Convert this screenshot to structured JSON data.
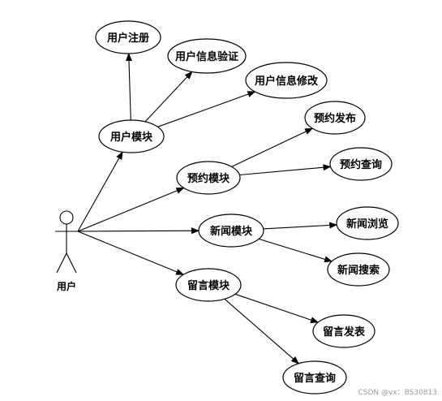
{
  "actor": {
    "id": "user",
    "label": "用户"
  },
  "use_cases": [
    {
      "id": "user_module",
      "label": "用户模块"
    },
    {
      "id": "user_register",
      "label": "用户注册"
    },
    {
      "id": "user_info_verify",
      "label": "用户信息验证"
    },
    {
      "id": "user_info_edit",
      "label": "用户信息修改"
    },
    {
      "id": "booking_module",
      "label": "预约模块"
    },
    {
      "id": "booking_publish",
      "label": "预约发布"
    },
    {
      "id": "booking_query",
      "label": "预约查询"
    },
    {
      "id": "news_module",
      "label": "新闻模块"
    },
    {
      "id": "news_browse",
      "label": "新闻浏览"
    },
    {
      "id": "news_search",
      "label": "新闻搜索"
    },
    {
      "id": "message_module",
      "label": "留言模块"
    },
    {
      "id": "message_post",
      "label": "留言发表"
    },
    {
      "id": "message_query",
      "label": "留言查询"
    }
  ],
  "edges": [
    {
      "from": "user",
      "to": "user_module"
    },
    {
      "from": "user",
      "to": "booking_module"
    },
    {
      "from": "user",
      "to": "news_module"
    },
    {
      "from": "user",
      "to": "message_module"
    },
    {
      "from": "user_module",
      "to": "user_register"
    },
    {
      "from": "user_module",
      "to": "user_info_verify"
    },
    {
      "from": "user_module",
      "to": "user_info_edit"
    },
    {
      "from": "booking_module",
      "to": "booking_publish"
    },
    {
      "from": "booking_module",
      "to": "booking_query"
    },
    {
      "from": "news_module",
      "to": "news_browse"
    },
    {
      "from": "news_module",
      "to": "news_search"
    },
    {
      "from": "message_module",
      "to": "message_post"
    },
    {
      "from": "message_module",
      "to": "message_query"
    }
  ],
  "watermark": "CSDN @vx：BS30813"
}
